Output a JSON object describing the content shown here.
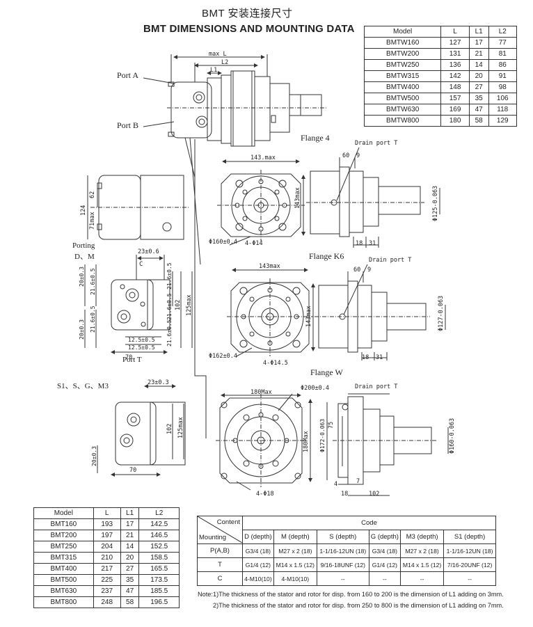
{
  "titles": {
    "cn": "BMT 安装连接尺寸",
    "en": "BMT DIMENSIONS AND MOUNTING DATA"
  },
  "bmtw_table": {
    "headers": [
      "Model",
      "L",
      "L1",
      "L2"
    ],
    "rows": [
      [
        "BMTW160",
        "127",
        "17",
        "77"
      ],
      [
        "BMTW200",
        "131",
        "21",
        "81"
      ],
      [
        "BMTW250",
        "136",
        "14",
        "86"
      ],
      [
        "BMTW315",
        "142",
        "20",
        "91"
      ],
      [
        "BMTW400",
        "148",
        "27",
        "98"
      ],
      [
        "BMTW500",
        "157",
        "35",
        "106"
      ],
      [
        "BMTW630",
        "169",
        "47",
        "118"
      ],
      [
        "BMTW800",
        "180",
        "58",
        "129"
      ]
    ]
  },
  "bmt_table": {
    "headers": [
      "Model",
      "L",
      "L1",
      "L2"
    ],
    "rows": [
      [
        "BMT160",
        "193",
        "17",
        "142.5"
      ],
      [
        "BMT200",
        "197",
        "21",
        "146.5"
      ],
      [
        "BMT250",
        "204",
        "14",
        "152.5"
      ],
      [
        "BMT315",
        "210",
        "20",
        "158.5"
      ],
      [
        "BMT400",
        "217",
        "27",
        "165.5"
      ],
      [
        "BMT500",
        "225",
        "35",
        "173.5"
      ],
      [
        "BMT630",
        "237",
        "47",
        "185.5"
      ],
      [
        "BMT800",
        "248",
        "58",
        "196.5"
      ]
    ]
  },
  "code_table": {
    "corner_top": "Content",
    "corner_bottom": "Mounting",
    "code_header": "Code",
    "columns": [
      "D (depth)",
      "M (depth)",
      "S (depth)",
      "G (depth)",
      "M3 (depth)",
      "S1 (depth)"
    ],
    "rows": [
      {
        "mount": "P(A,B)",
        "cells": [
          "G3/4  (18)",
          "M27 x 2 (18)",
          "1-1/16-12UN (18)",
          "G3/4  (18)",
          "M27 x 2 (18)",
          "1-1/16-12UN (18)"
        ]
      },
      {
        "mount": "T",
        "cells": [
          "G1/4  (12)",
          "M14 x 1.5 (12)",
          "9/16-18UNF (12)",
          "G1/4  (12)",
          "M14 x 1.5 (12)",
          "7/16-20UNF (12)"
        ]
      },
      {
        "mount": "C",
        "cells": [
          "4-M10(10)",
          "4-M10(10)",
          "--",
          "--",
          "--",
          "--"
        ]
      }
    ]
  },
  "notes": {
    "line1": "Note:1)The thickness of the stator and rotor for disp. from 160 to 200 is the dimension of L1 adding on 3mm.",
    "line2": "2)The thickness of the stator and rotor for disp. from 250 to 800 is the dimension of L1 adding on 7mm."
  },
  "drawing": {
    "port_a": "Port A",
    "port_b": "Port B",
    "max_l": "max L",
    "l2": "L2",
    "l1": "L1",
    "porting": "Porting",
    "dm": "D、M",
    "s_group": "S1、S、G、M3",
    "port_t": "Port T",
    "c": "C",
    "flange4": "Flange 4",
    "flangek6": "Flange K6",
    "flangew": "Flange W",
    "drain": "Drain port T",
    "dims": {
      "f4_143max": "143.max",
      "f4_143max_v": "143max",
      "f4_dia160": "Φ160±0.4",
      "f4_holes": "4-Φ14",
      "f4_60": "60",
      "f4_9": "9",
      "f4_18": "18",
      "f4_31": "31",
      "f4_dia125": "Φ125-0.063",
      "k6_143max": "143max",
      "k6_143max_v": "143max",
      "k6_dia162": "Φ162±0.4",
      "k6_holes": "4-Φ14.5",
      "k6_60": "60",
      "k6_9": "9",
      "k6_18": "18",
      "k6_31": "31",
      "k6_dia127": "Φ127-0.063",
      "w_180max": "180Max",
      "w_180max_v": "180Max",
      "w_dia200": "Φ200±0.4",
      "w_holes": "4-Φ18",
      "w_dia172": "Φ172-0.063",
      "w_75": "75",
      "w_dia160": "Φ160-0.063",
      "w_4": "4",
      "w_7": "7",
      "w_18": "18",
      "w_102": "102",
      "s_62": "62",
      "s_124": "124",
      "s_71max": "71max",
      "dm_23": "23±0.6",
      "dm_20a": "20±0.3",
      "dm_216a": "21.6±0.5",
      "dm_216b": "21.6±0.5",
      "dm_20b": "20±0.3",
      "dm_216c": "21.6±0.5",
      "dm_125a": "12.5±0.5",
      "dm_125b": "12.5±0.5",
      "dm_216d": "21.6±0.5",
      "dm_216e": "21.6±0.5",
      "dm_102": "102",
      "dm_125max": "125max",
      "dm_70": "70",
      "s_23": "23±0.3",
      "s_102": "102",
      "s_125max": "125max",
      "s_20": "20±0.3",
      "s_70": "70"
    }
  }
}
